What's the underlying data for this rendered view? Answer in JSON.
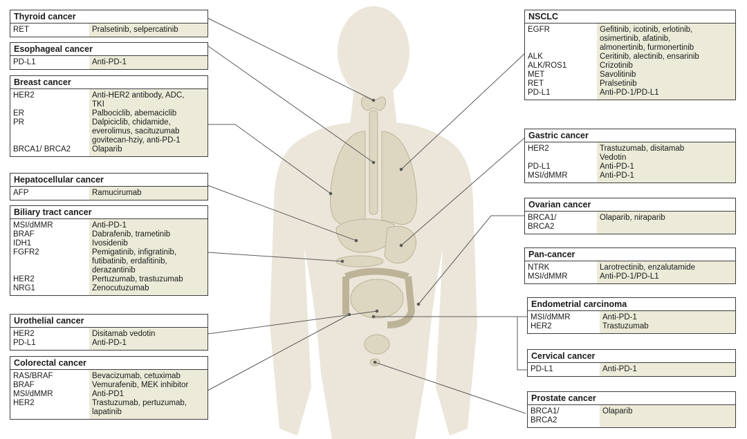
{
  "colors": {
    "body_fill": "#ebe6d9",
    "organ_fill": "#ddd6c1",
    "organ_stroke": "#bdb398",
    "drug_cell_bg": "#ecebd9",
    "border": "#3c3c3c",
    "connector": "#5a5a5a"
  },
  "panels": [
    {
      "id": "thyroid",
      "title": "Thyroid cancer",
      "rows": [
        {
          "target": "RET",
          "drugs": "Pralsetinib, selpercatinib"
        }
      ]
    },
    {
      "id": "esophageal",
      "title": "Esophageal cancer",
      "rows": [
        {
          "target": "PD-L1",
          "drugs": "Anti-PD-1"
        }
      ]
    },
    {
      "id": "breast",
      "title": "Breast cancer",
      "rows": [
        {
          "target": "HER2",
          "drugs": "Anti-HER2 antibody, ADC,\nTKI"
        },
        {
          "target": "ER",
          "drugs": "Palbociclib, abemaciclib"
        },
        {
          "target": "PR",
          "drugs": "Dalpiciclib, chidamide,\neverolimus, sacituzumab\ngovitecan-hziy, anti-PD-1"
        },
        {
          "target": "BRCA1/ BRCA2",
          "drugs": "Olaparib"
        }
      ]
    },
    {
      "id": "hepatocellular",
      "title": "Hepatocellular cancer",
      "rows": [
        {
          "target": "AFP",
          "drugs": "Ramucirumab"
        }
      ]
    },
    {
      "id": "biliary",
      "title": "Biliary tract cancer",
      "rows": [
        {
          "target": "MSI/dMMR",
          "drugs": "Anti-PD-1"
        },
        {
          "target": "BRAF",
          "drugs": "Dabrafenib, trametinib"
        },
        {
          "target": "IDH1",
          "drugs": "Ivosidenib"
        },
        {
          "target": "FGFR2",
          "drugs": "Pemigatinib, infigratinib,\nfutibatinib, erdafitinib,\nderazantinib"
        },
        {
          "target": "HER2",
          "drugs": "Pertuzumab, trastuzumab"
        },
        {
          "target": "NRG1",
          "drugs": "Zenocutuzumab"
        }
      ]
    },
    {
      "id": "urothelial",
      "title": "Urothelial cancer",
      "rows": [
        {
          "target": "HER2",
          "drugs": "Disitamab vedotin"
        },
        {
          "target": "PD-L1",
          "drugs": "Anti-PD-1"
        }
      ]
    },
    {
      "id": "colorectal",
      "title": "Colorectal cancer",
      "rows": [
        {
          "target": "RAS/BRAF",
          "drugs": "Bevacizumab, cetuximab"
        },
        {
          "target": "BRAF",
          "drugs": "Vemurafenib, MEK inhibitor"
        },
        {
          "target": "MSI/dMMR",
          "drugs": "Anti-PD1"
        },
        {
          "target": "HER2",
          "drugs": "Trastuzumab, pertuzumab,\nlapatinib"
        }
      ]
    },
    {
      "id": "nsclc",
      "title": "NSCLC",
      "rows": [
        {
          "target": "EGFR",
          "drugs": "Gefitinib, icotinib, erlotinib,\nosimertinib, afatinib,\nalmonertinib, furmonertinib"
        },
        {
          "target": "ALK",
          "drugs": "Ceritinib, alectinib, ensarinib"
        },
        {
          "target": "ALK/ROS1",
          "drugs": "Crizotinib"
        },
        {
          "target": "MET",
          "drugs": "Savolitinib"
        },
        {
          "target": "RET",
          "drugs": "Pralsetinib"
        },
        {
          "target": "PD-L1",
          "drugs": "Anti-PD-1/PD-L1"
        }
      ]
    },
    {
      "id": "gastric",
      "title": "Gastric cancer",
      "rows": [
        {
          "target": "HER2",
          "drugs": "Trastuzumab, disitamab\nVedotin"
        },
        {
          "target": "PD-L1",
          "drugs": "Anti-PD-1"
        },
        {
          "target": "MSI/dMMR",
          "drugs": "Anti-PD-1"
        }
      ]
    },
    {
      "id": "ovarian",
      "title": "Ovarian cancer",
      "rows": [
        {
          "target": "BRCA1/\nBRCA2",
          "drugs": "Olaparib, niraparib"
        }
      ]
    },
    {
      "id": "pancancer",
      "title": "Pan-cancer",
      "rows": [
        {
          "target": "NTRK",
          "drugs": "Larotrectinib, enzalutamide"
        },
        {
          "target": "MSI/dMMR",
          "drugs": "Anti-PD-1/PD-L1"
        }
      ]
    },
    {
      "id": "endometrial",
      "title": "Endometrial carcinoma",
      "rows": [
        {
          "target": "MSI/dMMR",
          "drugs": "Anti-PD-1"
        },
        {
          "target": "HER2",
          "drugs": "Trastuzumab"
        }
      ]
    },
    {
      "id": "cervical",
      "title": "Cervical cancer",
      "rows": [
        {
          "target": "PD-L1",
          "drugs": "Anti-PD-1"
        }
      ]
    },
    {
      "id": "prostate",
      "title": "Prostate cancer",
      "rows": [
        {
          "target": "BRCA1/\nBRCA2",
          "drugs": "Olaparib"
        }
      ]
    }
  ]
}
